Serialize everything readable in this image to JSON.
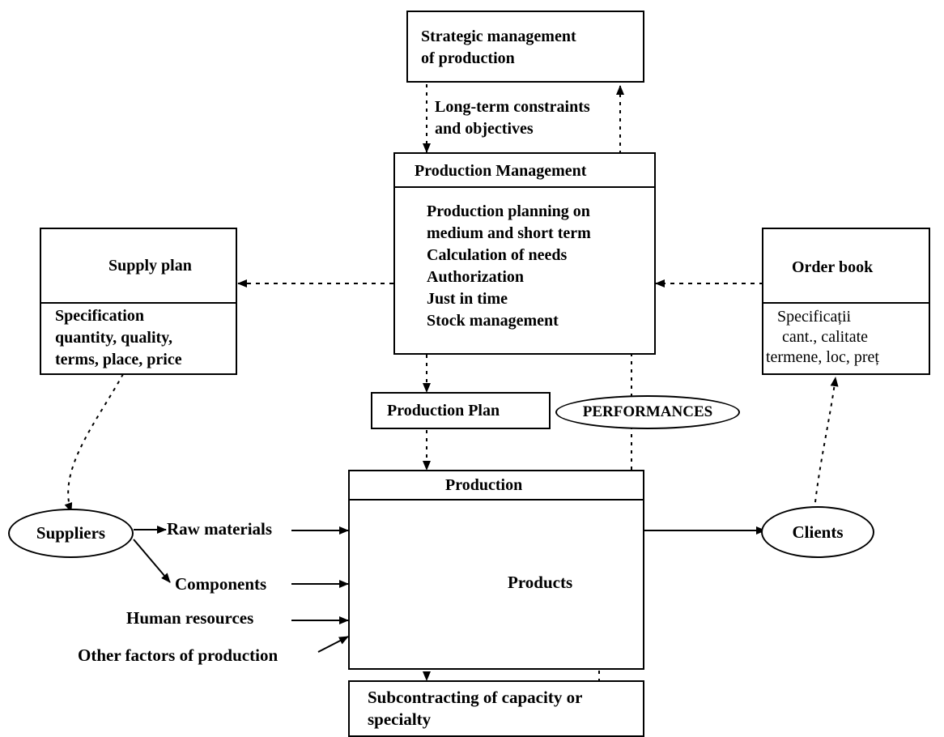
{
  "strategic": {
    "line1": "Strategic management",
    "line2": "of production"
  },
  "long_term": {
    "line1": "Long-term constraints",
    "line2": "and objectives"
  },
  "production_management": {
    "title": "Production Management",
    "items": [
      "Production planning on",
      "medium and short term",
      "Calculation of needs",
      "Authorization",
      "Just in time",
      "Stock management"
    ]
  },
  "supply_plan": {
    "title": "Supply plan",
    "items": [
      "Specification",
      "quantity, quality,",
      "terms, place, price"
    ]
  },
  "order_book": {
    "title": "Order book",
    "items": [
      "Specificații",
      "cant., calitate",
      "termene, loc, preț"
    ]
  },
  "production_plan": "Production Plan",
  "performances": "PERFORMANCES",
  "production": {
    "title": "Production",
    "products": "Products"
  },
  "suppliers": "Suppliers",
  "clients": "Clients",
  "inputs": {
    "raw_materials": "Raw materials",
    "components": "Components",
    "human_resources": "Human resources",
    "other_factors": "Other factors of production"
  },
  "subcontracting": {
    "line1": "Subcontracting of capacity or",
    "line2": "specialty"
  },
  "colors": {
    "node_fill": "#3d8a6a",
    "product_fill": "#3d8a6a"
  }
}
